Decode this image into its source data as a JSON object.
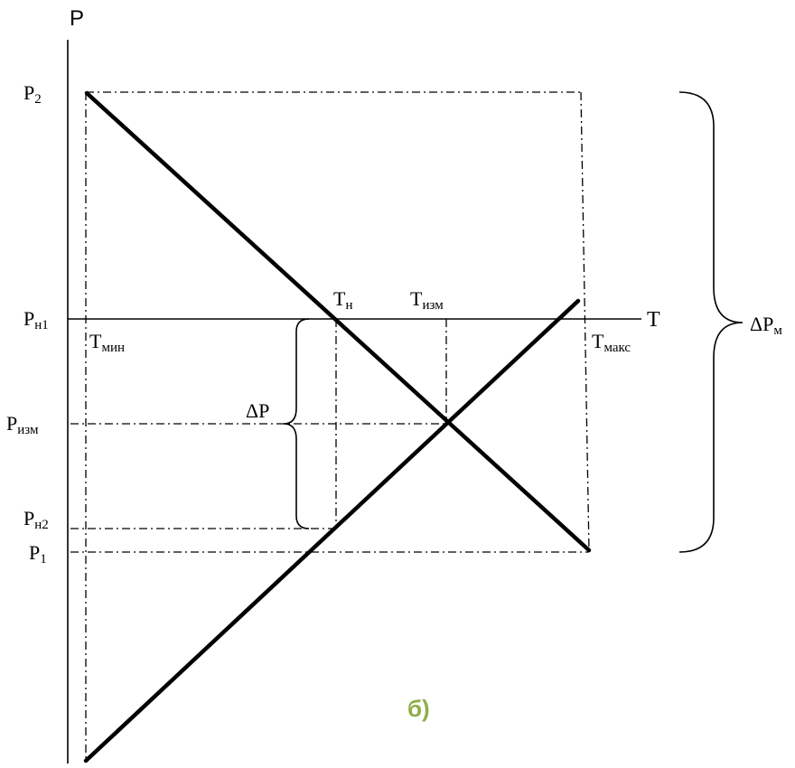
{
  "labels": {
    "p_axis": "P",
    "t_axis": "T",
    "p2": "P",
    "p2_sub": "2",
    "pn1": "P",
    "pn1_sub": "н1",
    "pizm": "P",
    "pizm_sub": "изм",
    "pn2": "P",
    "pn2_sub": "н2",
    "p1": "P",
    "p1_sub": "1",
    "tmin": "T",
    "tmin_sub": "мин",
    "tn": "T",
    "tn_sub": "н",
    "tizm": "T",
    "tizm_sub": "изм",
    "tmaks": "T",
    "tmaks_sub": "макс",
    "delta_p": "ΔP",
    "delta_pm": "ΔP",
    "delta_pm_sub": "м",
    "caption": "б)"
  },
  "colors": {
    "caption": "#8fae4a",
    "lines": "#000000"
  }
}
